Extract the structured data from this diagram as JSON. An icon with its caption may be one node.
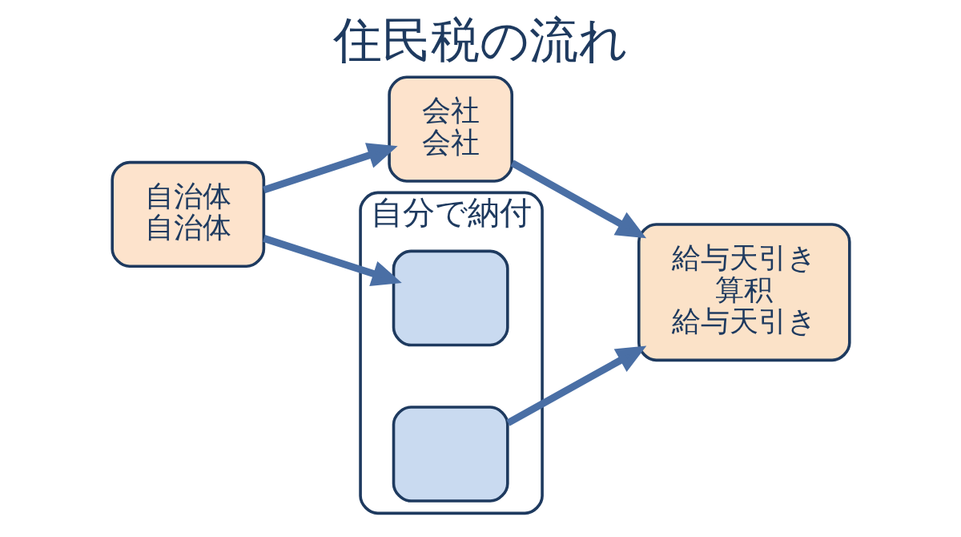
{
  "diagram": {
    "title": "住民税の流れ",
    "nodes": [
      {
        "text": [
          "自治体",
          "自治体"
        ]
      },
      {
        "text": [
          "会社",
          "会社"
        ]
      },
      {
        "text": [
          "給与天引き",
          "算积",
          "給与天引き"
        ]
      },
      {
        "text": [
          "自分で納付"
        ]
      },
      {
        "text": [],
        "shape": "box",
        "in": 3
      },
      {
        "text": [],
        "shape": "box",
        "in": 3
      }
    ],
    "edges": [
      {
        "from": 0,
        "to": 1,
        "arrow": "to"
      },
      {
        "from": 0,
        "to": 4,
        "arrow": "to"
      },
      {
        "from": 1,
        "to": 2,
        "arrow": "to"
      },
      {
        "from": 5,
        "to": 2,
        "arrow": "to"
      }
    ]
  }
}
